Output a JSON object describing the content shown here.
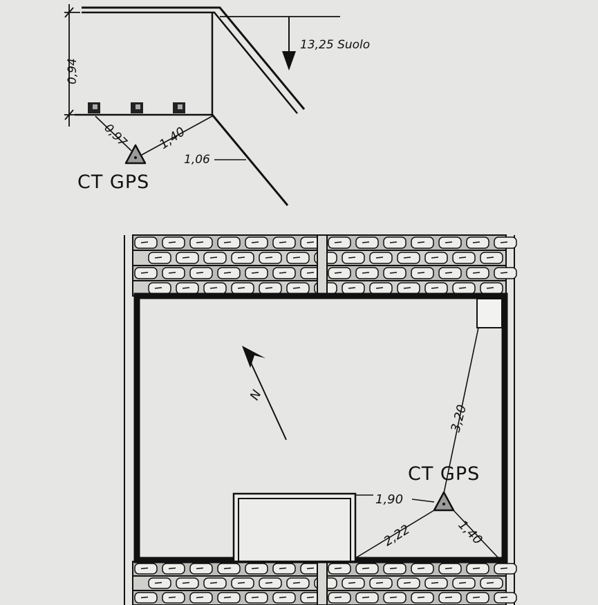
{
  "elevation": {
    "level_label": "13,25 Suolo",
    "height_dim": "0,94",
    "dist_to_edge": "0,97",
    "dist_to_corner": "1,40",
    "dist_to_slope": "1,06",
    "station_label": "CT GPS"
  },
  "plan": {
    "north_label": "N",
    "station_label": "CT GPS",
    "dist_to_top_right": "3,20",
    "dist_to_opening": "1,90",
    "dist_to_bottom_opening": "2,22",
    "dist_to_bottom_right": "1,40"
  }
}
